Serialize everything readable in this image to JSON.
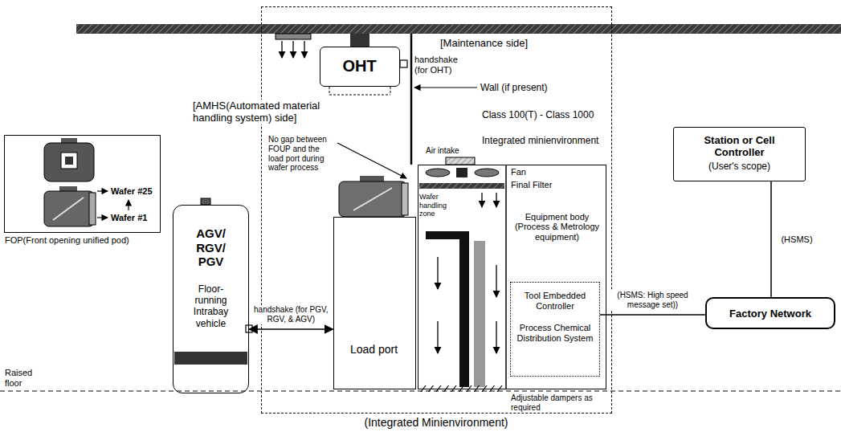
{
  "diagram": {
    "nodes": [
      {
        "text": [
          "Wafer #25",
          "Wafer #1",
          "FOP(Front opening unified pod)"
        ]
      },
      {
        "text": [
          "AGV/ RGV/ PGV",
          "Floor-running Intrabay vehicle"
        ]
      },
      {
        "text": [
          "(Integrated Minienvironment)"
        ]
      },
      {
        "text": [
          "OHT"
        ],
        "in": 2
      },
      {
        "text": [
          "Load port"
        ],
        "in": 2
      },
      {
        "text": [
          "Equipment body (Process & Metrology equipment)"
        ],
        "in": 2
      },
      {
        "text": [
          "Tool Embedded Controller",
          "Process Chemical Distribution System"
        ],
        "in": 5
      },
      {
        "text": [
          "Station or Cell Controller",
          "(User's scope)"
        ]
      },
      {
        "text": [
          "Factory Network"
        ]
      }
    ],
    "edges": [
      {
        "from": 1,
        "to": 4,
        "arrow": "both",
        "label": "handshake (for PGV, RGV, & AGV)"
      },
      {
        "from": 7,
        "to": 8,
        "arrow": "none",
        "label": "(HSMS)"
      },
      {
        "from": 6,
        "to": 8,
        "arrow": "none",
        "label": "(HSMS: High speed message set))"
      }
    ],
    "labels": [
      "[AMHS(Automated material handling system) side]",
      "[Maintenance side]",
      "handshake (for OHT)",
      "Wall (if present)",
      "Class 100(T) - Class 1000",
      "Integrated minienvironment",
      "Air intake",
      "Fan",
      "Final Filter",
      "No gap between FOUP and the load port during wafer process",
      "Wafer handling zone",
      "Raised floor",
      "Adjustable dampers as required"
    ]
  }
}
